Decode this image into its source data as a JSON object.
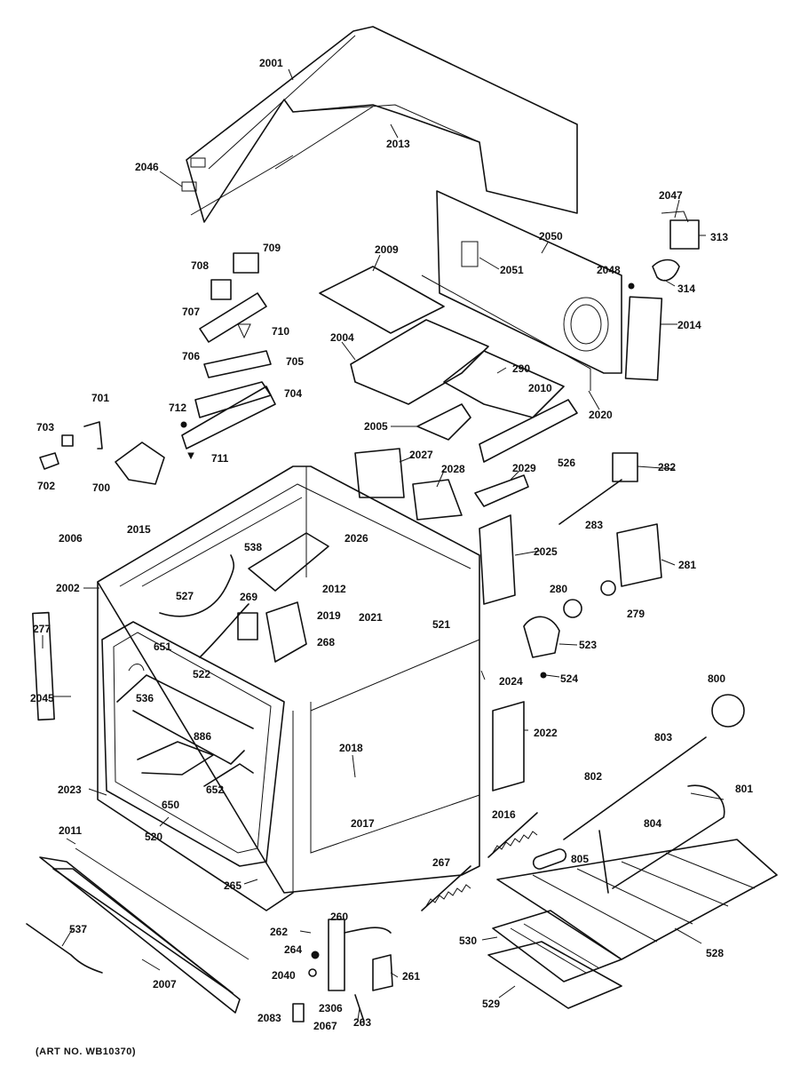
{
  "diagram": {
    "art_number": "(ART NO. WB10370)",
    "labels": [
      "2001",
      "2013",
      "2046",
      "2047",
      "313",
      "314",
      "2048",
      "2050",
      "2051",
      "2014",
      "2020",
      "709",
      "708",
      "707",
      "710",
      "706",
      "705",
      "704",
      "712",
      "711",
      "701",
      "703",
      "702",
      "700",
      "2009",
      "2004",
      "290",
      "2010",
      "2005",
      "2027",
      "2028",
      "2029",
      "526",
      "282",
      "283",
      "2026",
      "2006",
      "2015",
      "538",
      "2012",
      "269",
      "527",
      "2019",
      "268",
      "2021",
      "521",
      "2002",
      "277",
      "2045",
      "651",
      "522",
      "536",
      "886",
      "650",
      "652",
      "520",
      "2023",
      "2011",
      "2025",
      "281",
      "280",
      "279",
      "523",
      "524",
      "2024",
      "2018",
      "2022",
      "800",
      "803",
      "802",
      "801",
      "804",
      "805",
      "2016",
      "2017",
      "267",
      "265",
      "537",
      "2007",
      "262",
      "260",
      "264",
      "2040",
      "261",
      "2306",
      "2083",
      "2067",
      "263",
      "530",
      "528",
      "529"
    ]
  }
}
